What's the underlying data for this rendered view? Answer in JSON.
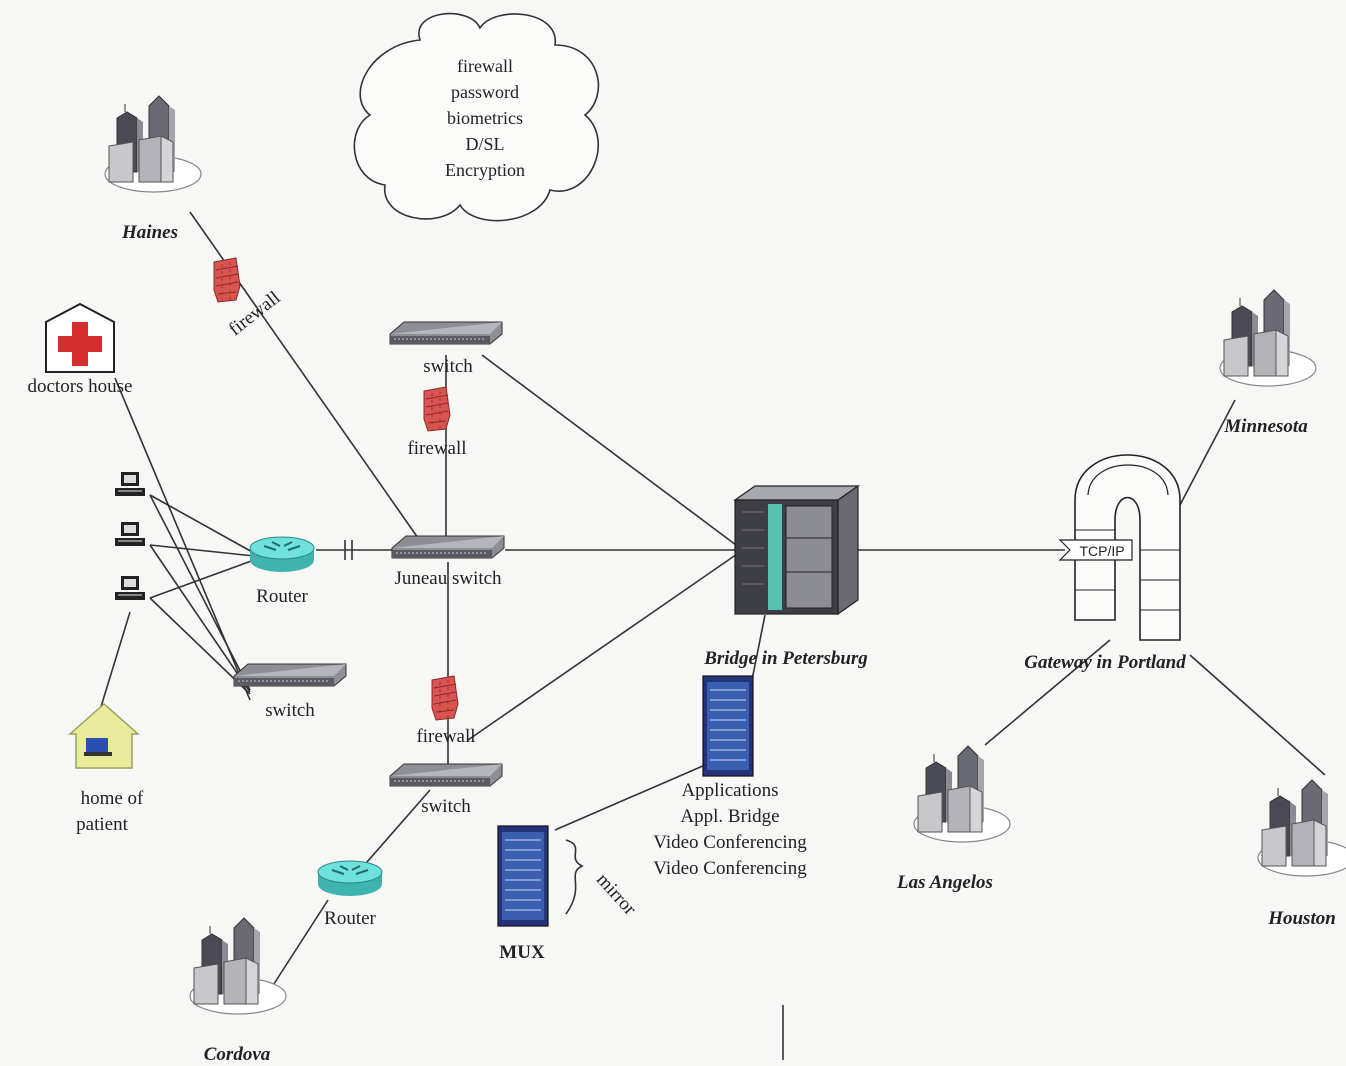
{
  "security_cloud": {
    "items": [
      "firewall",
      "password",
      "biometrics",
      "D/SL",
      "Encryption"
    ]
  },
  "labels": {
    "haines": "Haines",
    "doctors_house": "doctors house",
    "home_of_patient_line1": "home of",
    "home_of_patient_line2": "patient",
    "router_main": "Router",
    "switch_left": "switch",
    "switch_top": "switch",
    "firewall_haines": "firewall",
    "firewall_top": "firewall",
    "firewall_bottom": "firewall",
    "juneau_switch": "Juneau switch",
    "switch_bottom": "switch",
    "router_cordova": "Router",
    "cordova": "Cordova",
    "mux": "MUX",
    "mirror": "mirror",
    "bridge": "Bridge in Petersburg",
    "gateway": "Gateway in Portland",
    "tcpip": "TCP/IP",
    "minnesota": "Minnesota",
    "los_angeles": "Las Angelos",
    "houston": "Houston"
  },
  "applications": [
    "Applications",
    "Appl. Bridge",
    "Video Conferencing",
    "Video Conferencing"
  ],
  "colors": {
    "firewall": "#d9534f",
    "router": "#5fd3cf",
    "rack_blue": "#3a5fb0",
    "cross_red": "#d32f2f",
    "house_yellow": "#e8eb9a"
  }
}
